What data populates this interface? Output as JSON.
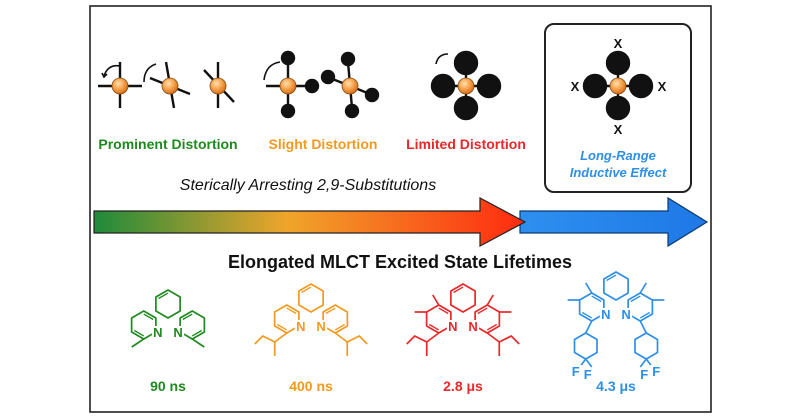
{
  "colors": {
    "green": "#1f8a1f",
    "orange": "#f39a1e",
    "red": "#e8282a",
    "blue": "#2f8fe6",
    "dark": "#111111"
  },
  "distortions": {
    "prominent": "Prominent Distortion",
    "slight": "Slight Distortion",
    "limited": "Limited Distortion"
  },
  "inset": {
    "substituent": "X",
    "caption_line1": "Long-Range",
    "caption_line2": "Inductive Effect"
  },
  "subtitle": "Sterically Arresting 2,9-Substitutions",
  "main_heading": "Elongated MLCT Excited State Lifetimes",
  "ligand_atoms": {
    "n1": "N",
    "n2": "N",
    "f": "F"
  },
  "lifetimes": [
    {
      "value": "90 ns"
    },
    {
      "value": "400 ns"
    },
    {
      "value": "2.8 μs"
    },
    {
      "value": "4.3 μs"
    }
  ]
}
